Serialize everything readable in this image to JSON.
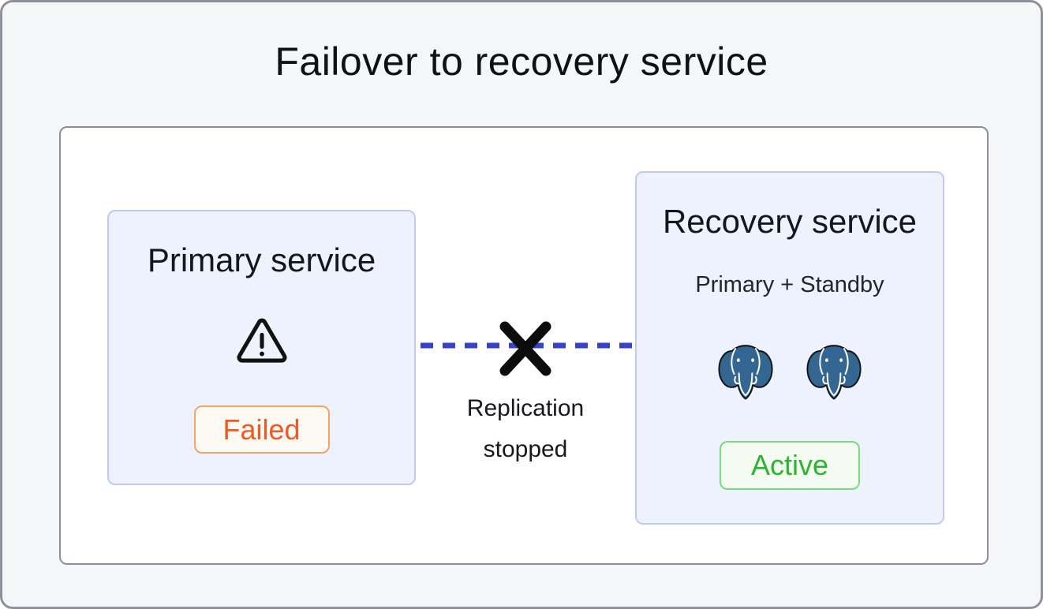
{
  "diagram": {
    "title": "Failover to recovery service",
    "primary_card": {
      "title": "Primary service",
      "warning_icon": "warning-triangle-icon",
      "status_label": "Failed"
    },
    "connection": {
      "label": "Replication stopped",
      "line_style": "dashed",
      "broken_icon": "x-mark-icon"
    },
    "recovery_card": {
      "title": "Recovery service",
      "subtitle": "Primary + Standby",
      "db_icon": "postgresql-elephant-icon",
      "db_count": 2,
      "status_label": "Active"
    },
    "colors": {
      "canvas_bg": "#f5f6f8",
      "canvas_border": "#8f909a",
      "stage_bg": "#ffffff",
      "stage_border": "#8e8e99",
      "card_bg": "#eef2fd",
      "card_border": "#bfcbee",
      "connector_blue": "#3843c9",
      "failed_text": "#ee5a22",
      "failed_border": "#f4a469",
      "failed_bg": "#fdf9f3",
      "active_text": "#2db52d",
      "active_border": "#7ad97a",
      "active_bg": "#f3fbf3",
      "postgres_blue": "#336791",
      "icon_black": "#121212"
    }
  }
}
